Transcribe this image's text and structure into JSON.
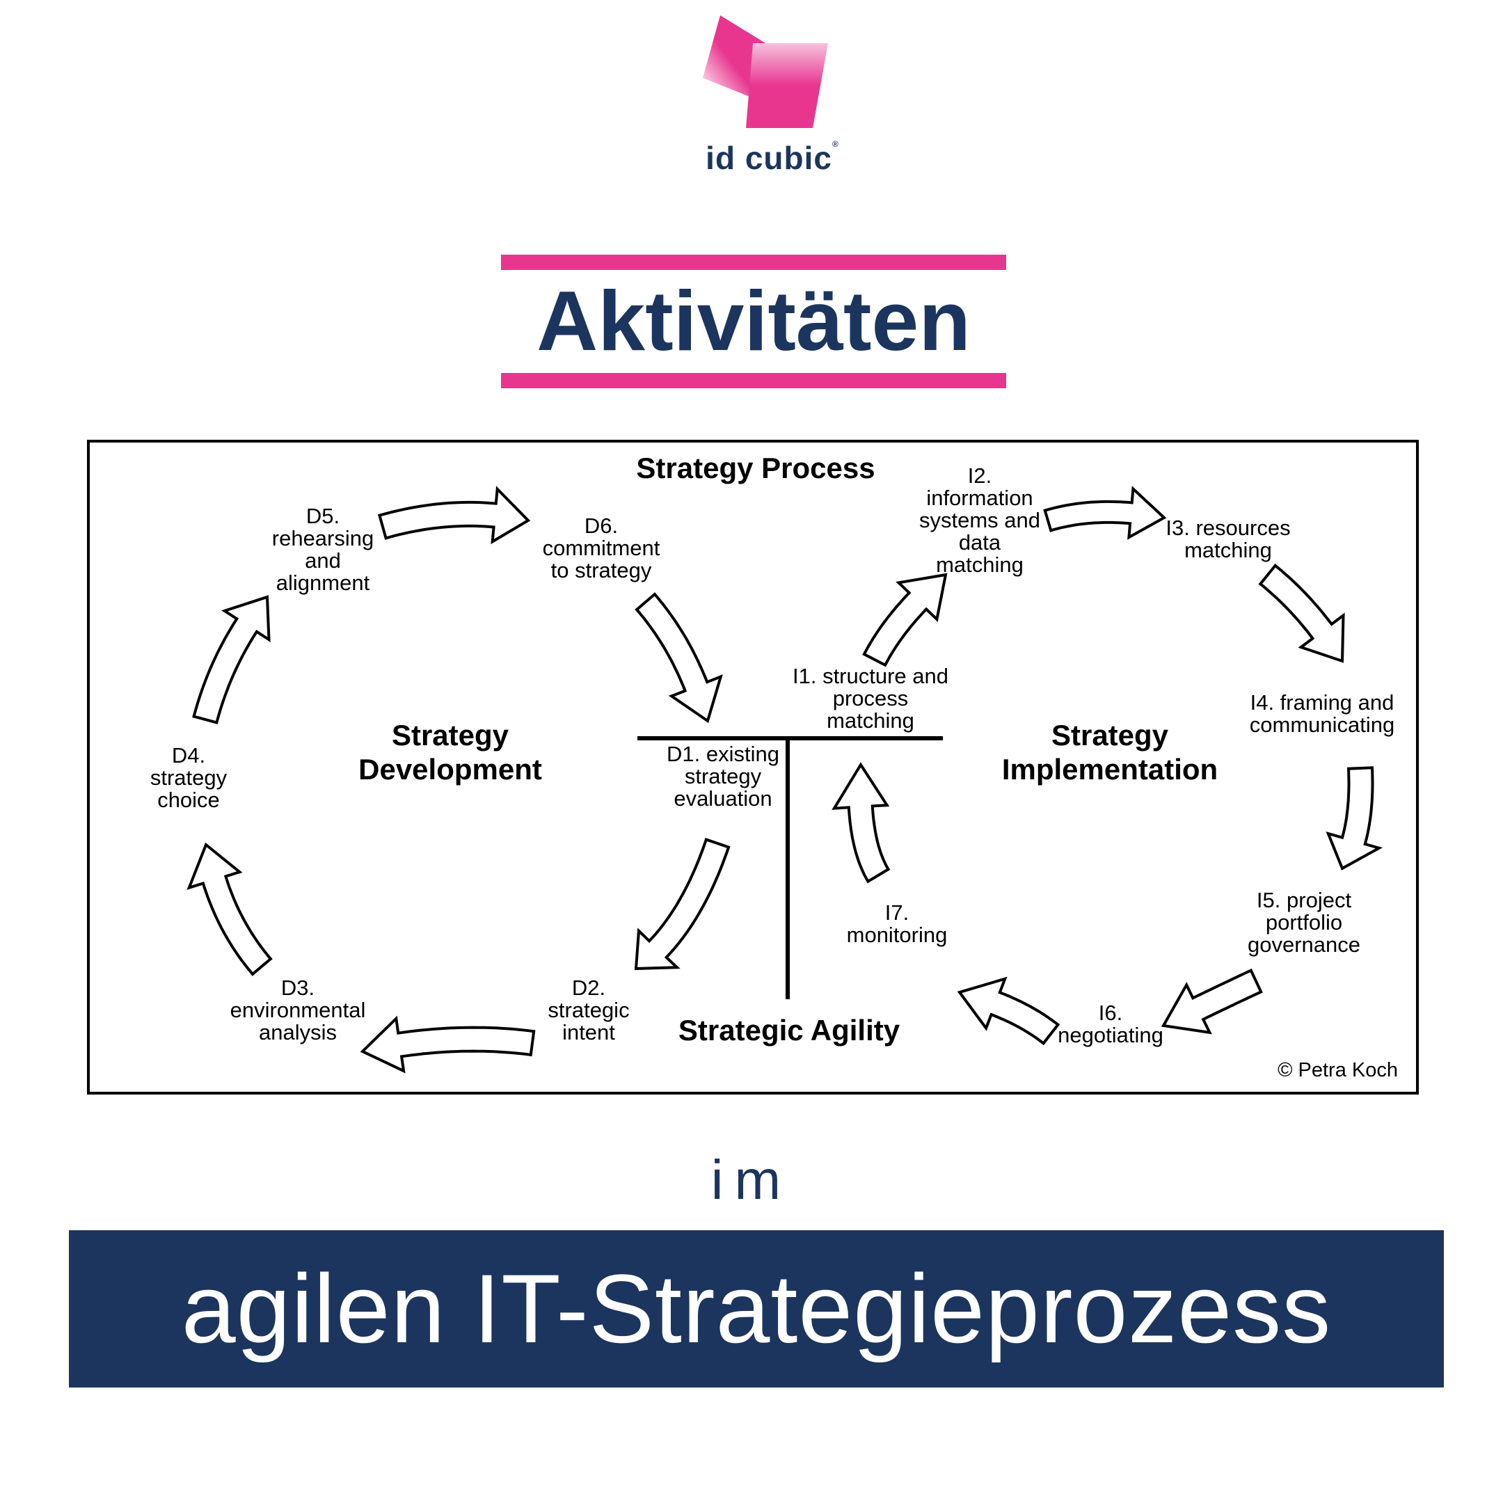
{
  "brand": {
    "name": "id cubic",
    "mark": "®",
    "colors": {
      "pink": "#e8368f",
      "navy": "#1c355e"
    }
  },
  "title": "Aktivitäten",
  "diagram": {
    "title": "Strategy Process",
    "sections": {
      "development": "Strategy\nDevelopment",
      "implementation": "Strategy\nImplementation",
      "agility": "Strategic Agility"
    },
    "steps": {
      "d1": "D1. existing\nstrategy\nevaluation",
      "d2": "D2.\nstrategic\nintent",
      "d3": "D3.\nenvironmental\nanalysis",
      "d4": "D4.\nstrategy\nchoice",
      "d5": "D5.\nrehearsing\nand\nalignment",
      "d6": "D6.\ncommitment\nto strategy",
      "i1": "I1. structure and\nprocess\nmatching",
      "i2": "I2.\ninformation\nsystems and\ndata\nmatching",
      "i3": "I3. resources\nmatching",
      "i4": "I4. framing and\ncommunicating",
      "i5": "I5. project\nportfolio\ngovernance",
      "i6": "I6.\nnegotiating",
      "i7": "I7.\nmonitoring"
    },
    "copyright": "© Petra Koch"
  },
  "connector": "im",
  "banner": "agilen IT-Strategieprozess"
}
